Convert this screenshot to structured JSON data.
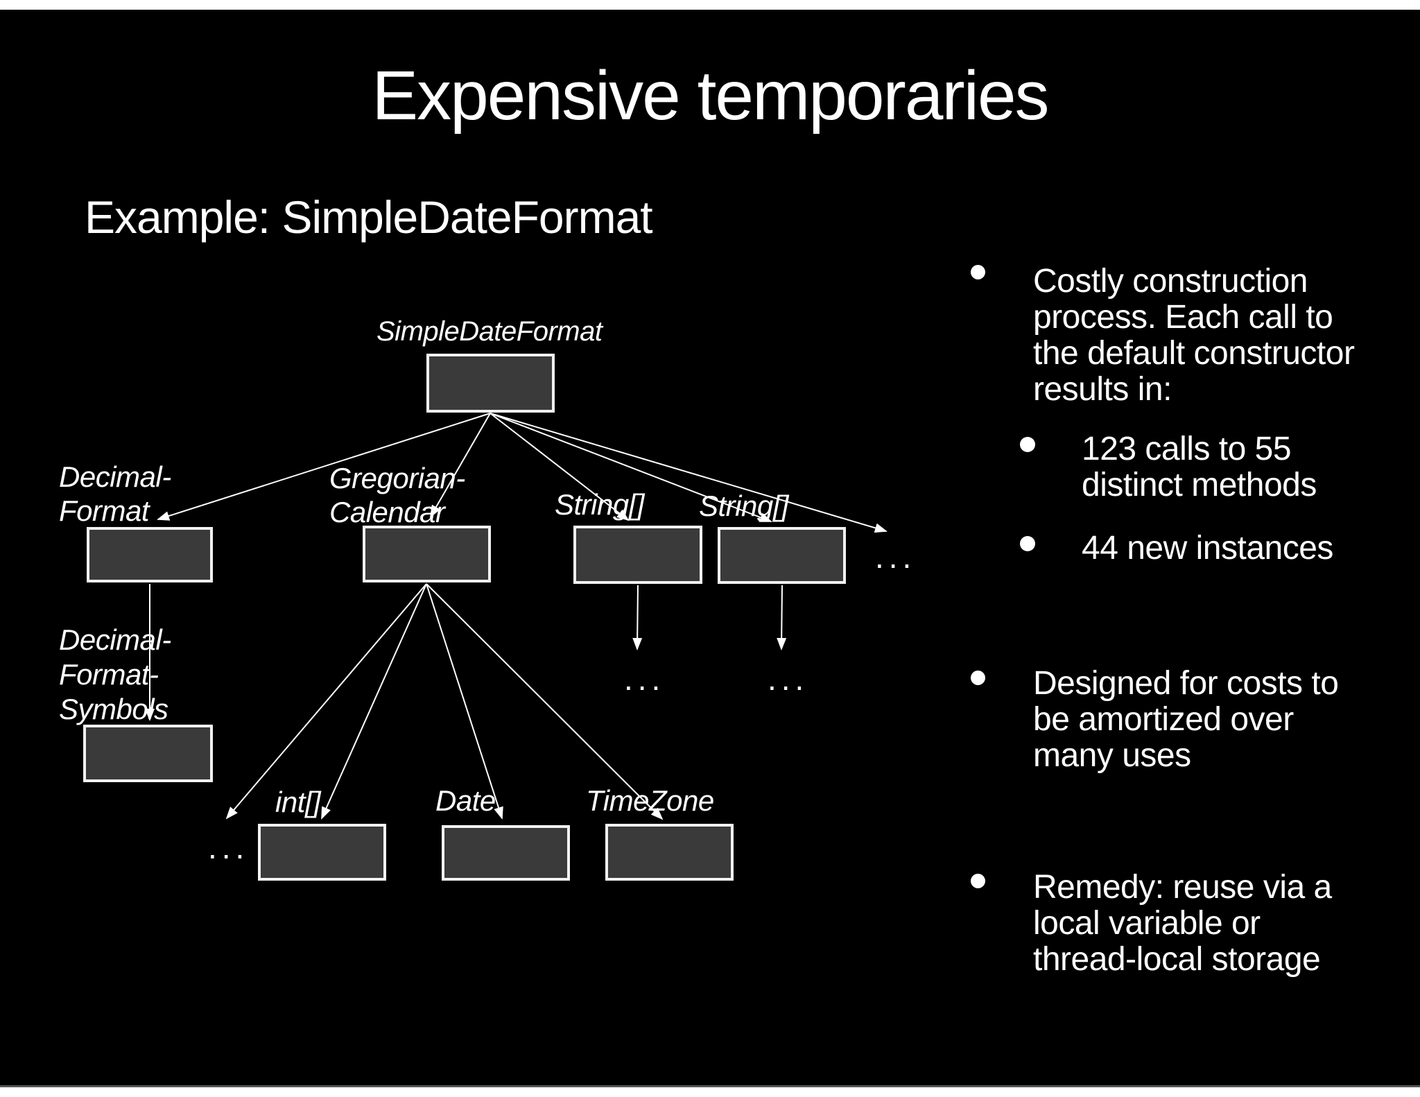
{
  "slide": {
    "title": "Expensive temporaries",
    "subtitle": "Example: SimpleDateFormat"
  },
  "diagram": {
    "root": "SimpleDateFormat",
    "decimal_format": "Decimal-\nFormat",
    "gregorian_calendar": "Gregorian-\nCalendar",
    "string_array_1": "String[]",
    "string_array_2": "String[]",
    "decimal_format_symbols": "Decimal-\nFormat-\nSymbols",
    "int_array": "int[]",
    "date": "Date",
    "timezone": "TimeZone",
    "ellipsis": "..."
  },
  "bullets": {
    "costly": "Costly construction\nprocess. Each call to\nthe default constructor\nresults in:",
    "calls": "123 calls to 55\ndistinct methods",
    "instances": "44 new instances",
    "amortized": "Designed for costs to\nbe amortized over\nmany uses",
    "remedy": "Remedy: reuse via a\nlocal variable or\nthread-local storage"
  },
  "colors": {
    "background": "#000000",
    "text": "#ffffff",
    "box_fill": "#3a3a3a",
    "box_border": "#f2f2f2",
    "edge_bars": "#ffffff"
  }
}
